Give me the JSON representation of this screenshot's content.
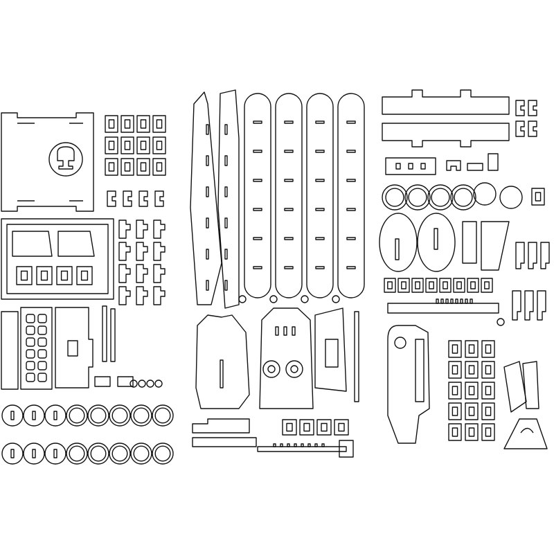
{
  "drawing": {
    "type": "laser-cut template sheet",
    "line_color": "#111111",
    "background": "#ffffff",
    "panels": [
      "left-parts-panel",
      "middle-parts-panel",
      "right-parts-panel"
    ]
  }
}
